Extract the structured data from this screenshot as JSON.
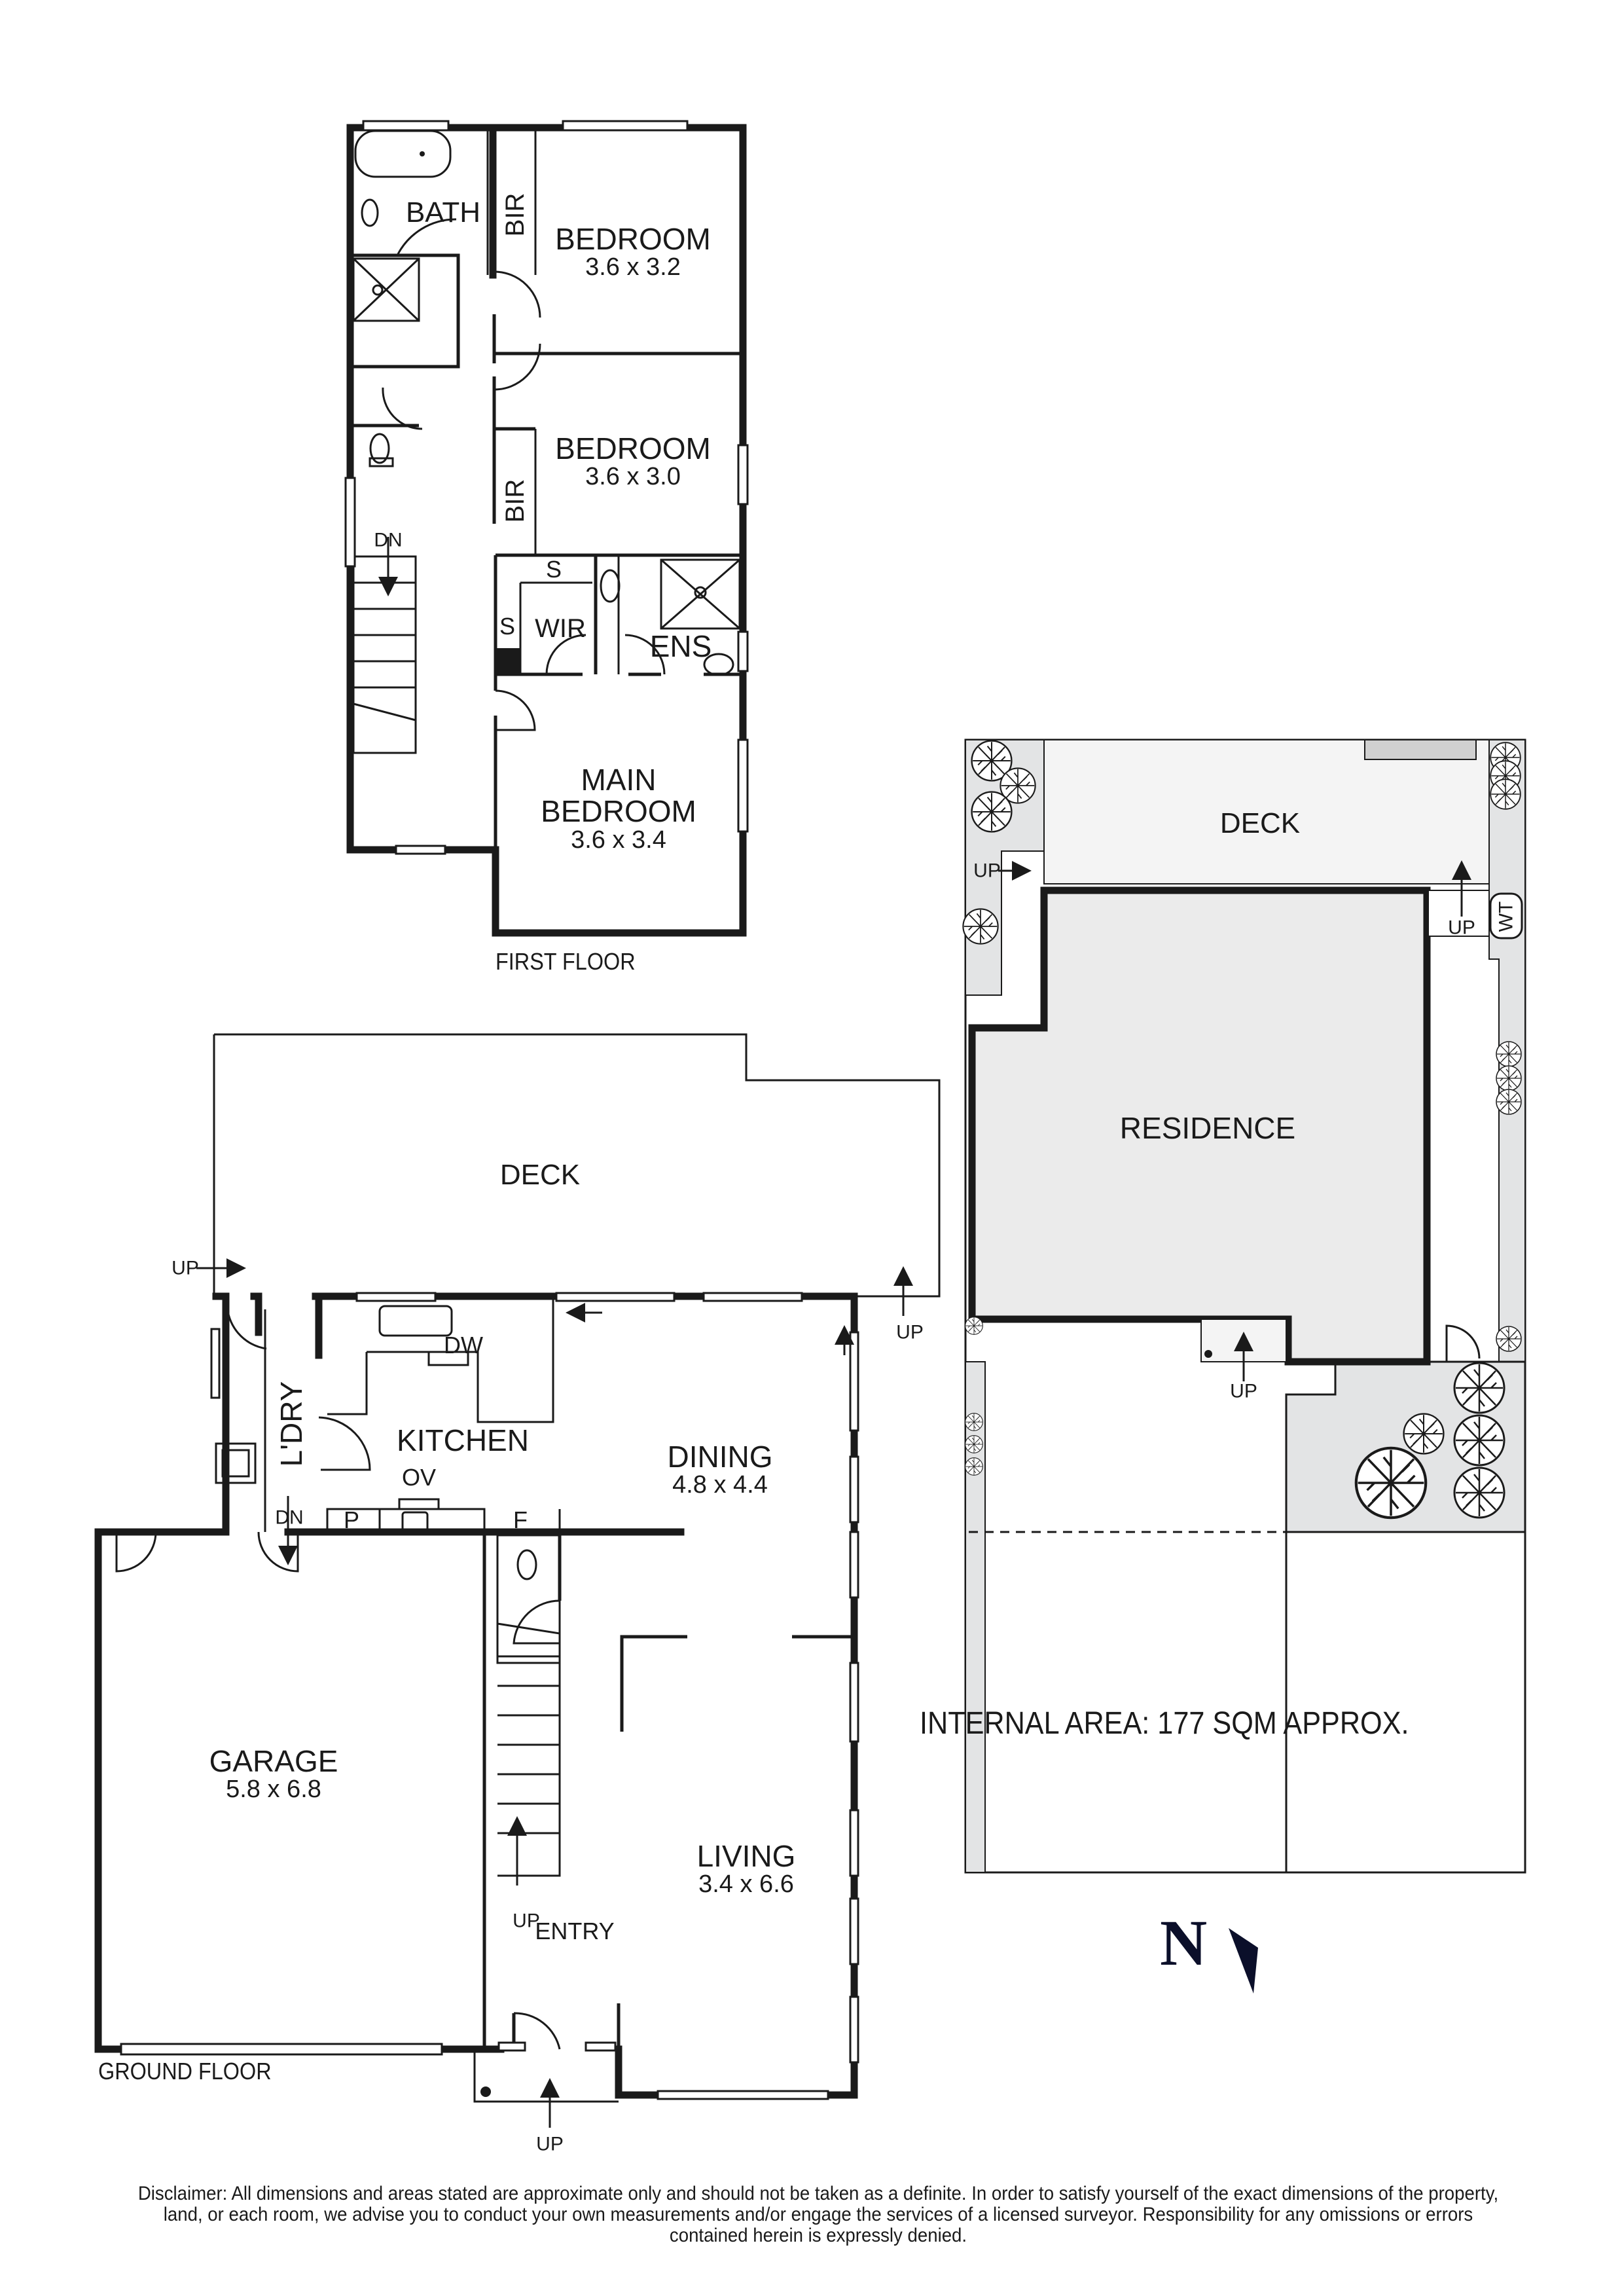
{
  "first_floor": {
    "label": "FIRST FLOOR",
    "rooms": [
      {
        "name": "BATH",
        "dims": ""
      },
      {
        "name": "BIR",
        "dims": ""
      },
      {
        "name": "BEDROOM",
        "dims": "3.6 x 3.2"
      },
      {
        "name": "BEDROOM",
        "dims": "3.6 x 3.0"
      },
      {
        "name": "BIR",
        "dims": ""
      },
      {
        "name": "WIR",
        "dims": ""
      },
      {
        "name": "ENS",
        "dims": ""
      },
      {
        "name": "MAIN BEDROOM",
        "dims": "3.6 x 3.4"
      }
    ],
    "shelf_labels": [
      "S",
      "S"
    ],
    "stair_label": "DN"
  },
  "ground_floor": {
    "label": "GROUND FLOOR",
    "rooms": [
      {
        "name": "DECK",
        "dims": ""
      },
      {
        "name": "L'DRY",
        "dims": ""
      },
      {
        "name": "KITCHEN",
        "dims": ""
      },
      {
        "name": "DINING",
        "dims": "4.8 x 4.4"
      },
      {
        "name": "GARAGE",
        "dims": "5.8 x 6.8"
      },
      {
        "name": "LIVING",
        "dims": "3.4 x 6.6"
      },
      {
        "name": "ENTRY",
        "dims": ""
      }
    ],
    "fixtures": {
      "dishwasher": "DW",
      "oven": "OV",
      "pantry": "P",
      "fridge": "F"
    },
    "stair_labels": {
      "deck_left": "UP",
      "deck_right": "UP",
      "laundry": "DN",
      "stairs": "UP",
      "entry": "UP"
    }
  },
  "site_plan": {
    "deck": "DECK",
    "residence": "RESIDENCE",
    "water_tank": "WT",
    "stair_labels": [
      "UP",
      "UP",
      "UP"
    ]
  },
  "internal_area": "INTERNAL AREA: 177 SQM APPROX.",
  "north_indicator": "N",
  "disclaimer": "Disclaimer: All dimensions and areas stated are approximate only and should not be taken as a definite. In order to satisfy yourself of the exact dimensions of the property, land, or each room, we advise you to conduct your own measurements and/or engage the services of a licensed surveyor. Responsibility for any omissions or errors contained herein is expressly denied.",
  "colors": {
    "line": "#1a1a1a",
    "residence_fill": "#ebebeb",
    "deck_fill": "#f4f4f4",
    "garden_fill": "#e3e4e5",
    "north": "#0b0f2a"
  }
}
